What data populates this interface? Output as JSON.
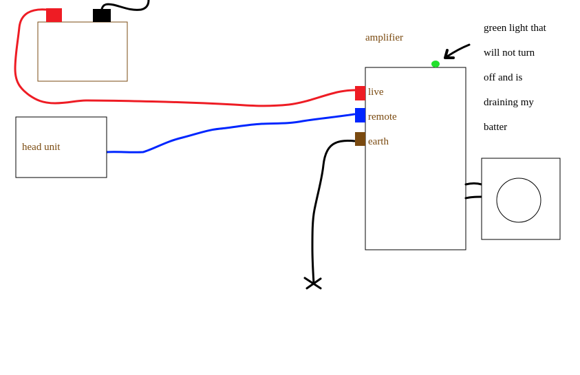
{
  "diagram": {
    "battery": {
      "name": ""
    },
    "head_unit": {
      "label": "head unit"
    },
    "amplifier": {
      "label": "amplifier",
      "terminals": [
        {
          "label": "live",
          "color": "#ee1c24"
        },
        {
          "label": "remote",
          "color": "#0026ff"
        },
        {
          "label": "earth",
          "color": "#7a4a10"
        }
      ]
    },
    "note": {
      "lines": [
        "green light that",
        "will not turn",
        "off and is",
        "draining my",
        "batter"
      ]
    },
    "colors": {
      "live_wire": "#ee1c24",
      "remote_wire": "#0026ff",
      "earth_wire": "#000000",
      "battery_positive": "#ee1c24",
      "battery_negative": "#000000",
      "indicator_light": "#22e02c",
      "label_text": "#7a4a10"
    }
  }
}
